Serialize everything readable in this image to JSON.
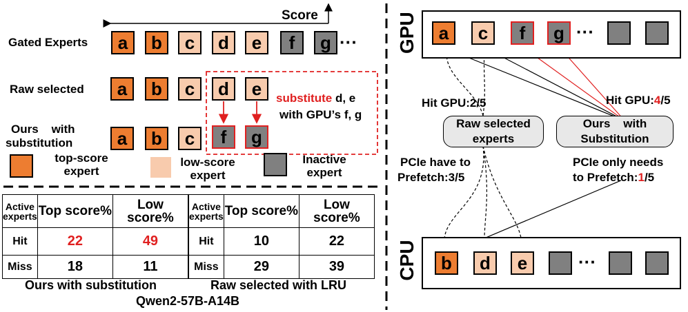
{
  "left": {
    "score_label": "Score",
    "rows": {
      "gated": {
        "label": "Gated Experts",
        "dots": "···"
      },
      "raw": {
        "label": "Raw selected"
      },
      "ours": {
        "label_line1": "Ours    with",
        "label_line2": "substitution"
      }
    },
    "experts": {
      "a": "a",
      "b": "b",
      "c": "c",
      "d": "d",
      "e": "e",
      "f": "f",
      "g": "g"
    },
    "substitute_note": {
      "word": "substitute",
      "rest_line1": " d, e",
      "line2": "with GPU’s f, g"
    },
    "legend": {
      "top": "top-score expert",
      "low": "low-score expert",
      "inactive": "Inactive expert"
    },
    "colors": {
      "top": "#ed7d31",
      "low": "#f8cbad",
      "inactive": "#808080",
      "highlight": "#e02020"
    }
  },
  "tables": {
    "active_header": "Active experts",
    "top_header": "Top score%",
    "low_header": "Low score%",
    "hit": "Hit",
    "miss": "Miss",
    "ours": {
      "hit_top": "22",
      "hit_low": "49",
      "miss_top": "18",
      "miss_low": "11",
      "caption": "Ours with substitution"
    },
    "raw": {
      "hit_top": "10",
      "hit_low": "22",
      "miss_top": "29",
      "miss_low": "39",
      "caption": "Raw selected with LRU"
    },
    "model": "Qwen2-57B-A14B"
  },
  "right": {
    "gpu_label": "GPU",
    "cpu_label": "CPU",
    "gpu_experts": [
      "a",
      "c",
      "f",
      "g"
    ],
    "cpu_experts": [
      "b",
      "d",
      "e"
    ],
    "dots": "···",
    "raw_pill": "Raw selected experts",
    "ours_pill_line1": "Ours    with",
    "ours_pill_line2": "Substitution",
    "hit_raw": "Hit GPU:2/5",
    "hit_ours_prefix": "Hit GPU:",
    "hit_ours_num": "4",
    "hit_ours_suffix": "/5",
    "pcie_raw_line1": "PCIe have to",
    "pcie_raw_line2": "Prefetch:3/5",
    "pcie_ours_line1": "PCIe only needs",
    "pcie_ours_prefix": "to Prefetch:",
    "pcie_ours_num": "1",
    "pcie_ours_suffix": "/5"
  }
}
